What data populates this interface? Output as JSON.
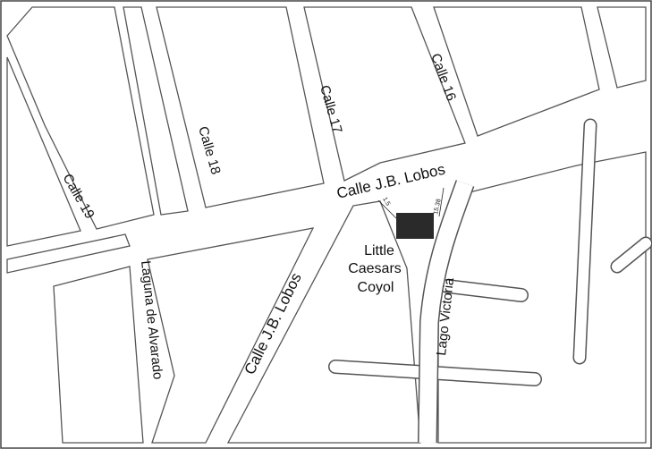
{
  "map": {
    "streets": {
      "calle_19": "Calle 19",
      "calle_18": "Calle 18",
      "calle_17": "Calle 17",
      "calle_16": "Calle 16",
      "calle_jb_lobos_main": "Calle J.B. Lobos",
      "calle_jb_lobos_diagonal": "Calle J.B. Lobos",
      "laguna_de_alvarado": "Laguna de Alvarado",
      "lago_victoria": "Lago Victoria"
    },
    "poi": {
      "line1": "Little",
      "line2": "Caesars",
      "line3": "Coyol"
    },
    "dimensions": {
      "left_offset": "1.5",
      "right_offset": "15.38"
    },
    "colors": {
      "background": "#ffffff",
      "block_outline": "#555555",
      "building": "#2a2a2a",
      "text": "#111111"
    }
  }
}
